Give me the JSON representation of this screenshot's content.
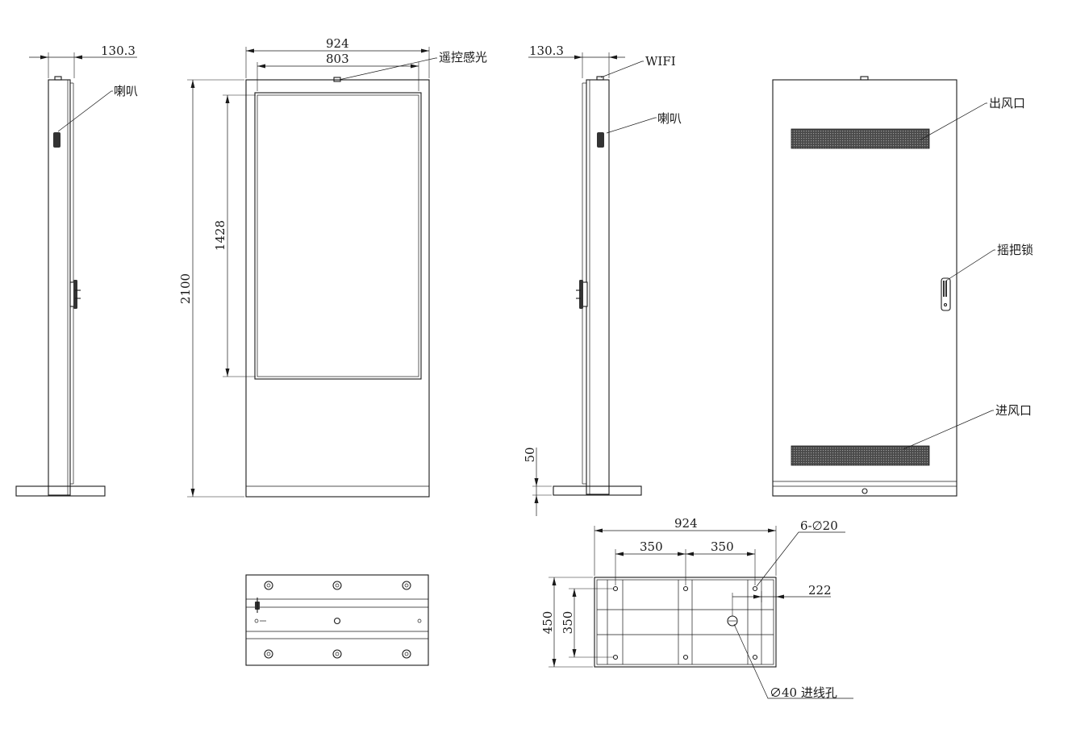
{
  "views": {
    "side_left": {
      "depth_dim": "130.3",
      "speaker_label": "喇叭"
    },
    "front": {
      "width_dim": "924",
      "screen_width_dim": "803",
      "ir_label": "遥控感光",
      "height_dim": "2100",
      "screen_height_dim": "1428"
    },
    "side_right": {
      "depth_dim": "130.3",
      "wifi_label": "WIFI",
      "speaker_label": "喇叭",
      "base_height_dim": "50"
    },
    "back": {
      "outlet_label": "出风口",
      "lock_label": "摇把锁",
      "inlet_label": "进风口"
    },
    "base_plan": {
      "width_dim": "924",
      "hole_spacing_left": "350",
      "hole_spacing_right": "350",
      "holes_label": "6-∅20",
      "offset_dim": "222",
      "depth_dim": "450",
      "inner_depth_dim": "350",
      "cable_hole_label": "∅40 进线孔"
    }
  }
}
